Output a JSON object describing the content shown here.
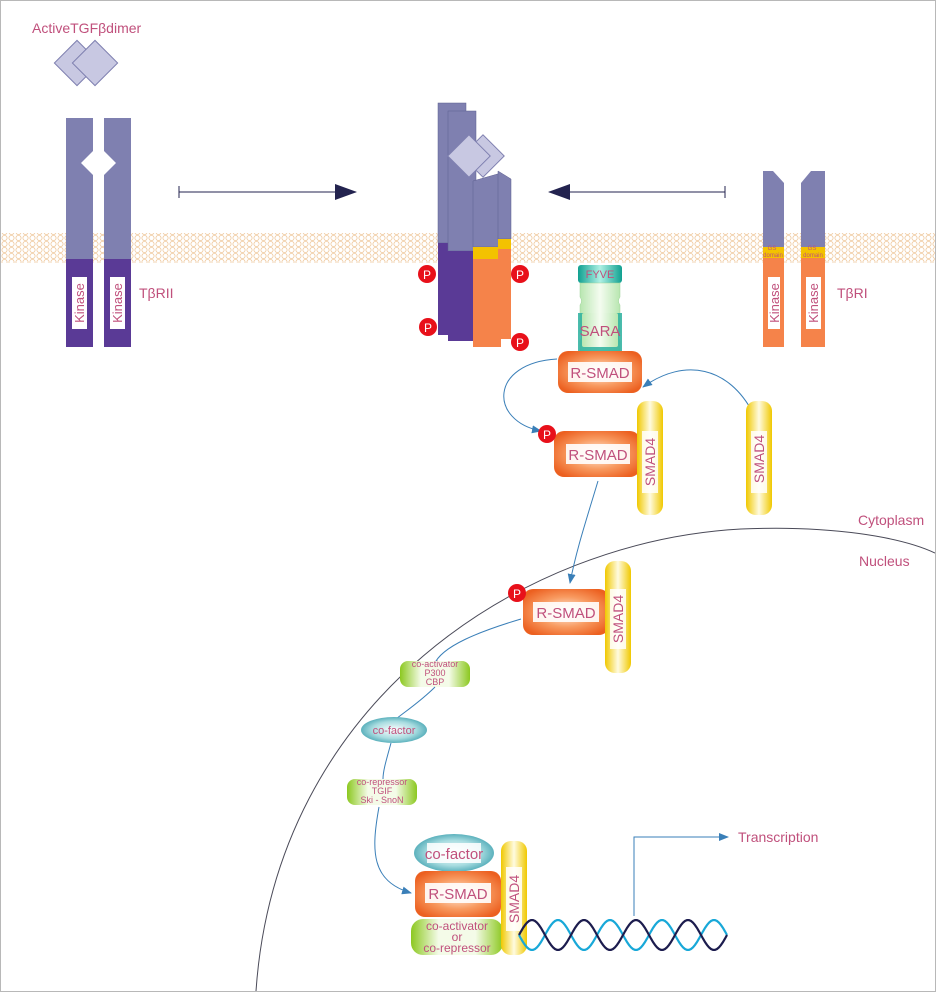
{
  "labels": {
    "ligand": "ActiveTGFβdimer",
    "receptor2": "TβRII",
    "receptor1": "TβRI",
    "cytoplasm": "Cytoplasm",
    "nucleus": "Nucleus",
    "transcription": "Transcription"
  },
  "domains": {
    "kinase": "Kinase",
    "gs_line1": "GS",
    "gs_line2": "domain",
    "phospho": "P"
  },
  "proteins": {
    "fyve": "FYVE",
    "sara": "SARA",
    "rsmad": "R-SMAD",
    "smad4": "SMAD4",
    "coactivator_1": "co-activator",
    "coactivator_2": "P300",
    "coactivator_3": "CBP",
    "cofactor": "co-factor",
    "corepressor_1": "co-repressor",
    "corepressor_2": "TGIF",
    "corepressor_3": "Ski - SnoN",
    "coact_or_corep_1": "co-activator",
    "coact_or_corep_2": "or",
    "coact_or_corep_3": "co-repressor"
  },
  "colors": {
    "receptor_purple": "#7f80b0",
    "kinase2_purple": "#5a3a96",
    "kinase1_orange": "#f5834a",
    "ligand": "#c8c8e2",
    "membrane": "#f3d9b8",
    "smad_orange": "#f07030",
    "smad4_yellow": "#f8e040",
    "sara_green": "#d9f2d0",
    "fyve_teal": "#28b0a0",
    "phospho_red": "#e8101a",
    "label_pink": "#c0507c",
    "arrow_blue": "#3a7fb8",
    "dna_dark": "#1c1c4e",
    "dna_cyan": "#18a8d8"
  }
}
